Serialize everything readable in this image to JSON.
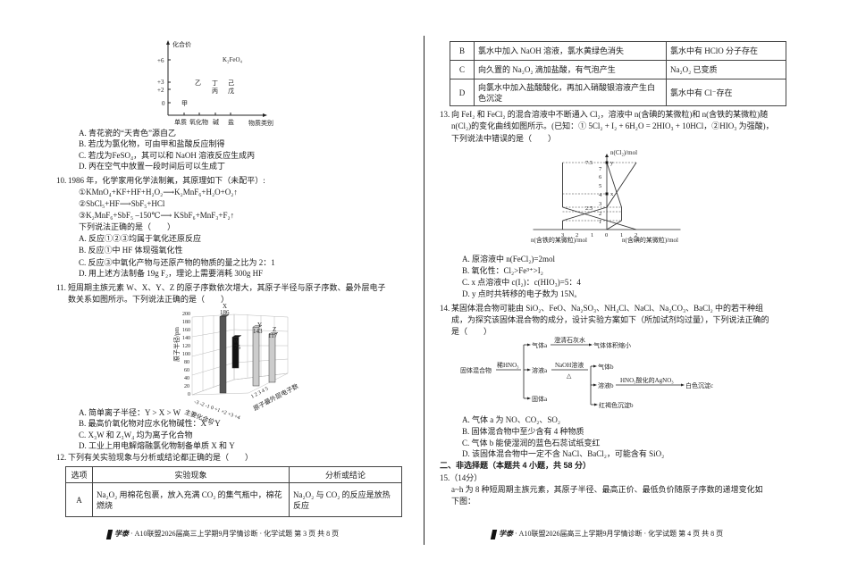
{
  "page3": {
    "fig_valence": {
      "ylabel": "化合价",
      "xlabel": "物质类别",
      "yticks": [
        "+6",
        "+3",
        "+2",
        "0"
      ],
      "xcats": [
        "单质",
        "氧化物",
        "碱",
        "盐"
      ],
      "points": {
        "k2feo4": "K₂FeO₄",
        "yi": "乙",
        "ding": "丁",
        "ji": "己",
        "bing": "丙",
        "wu": "戊",
        "jia": "甲"
      }
    },
    "q9_options": [
      "A. 青花瓷的“天青色”源自乙",
      "B. 若戊为氯化物，可由甲和盐酸反应制得",
      "C. 若戊为FeSO₄，其可以和 NaOH 溶液反应生成丙",
      "D. 丙在空气中放置一段时间后可以生成丁"
    ],
    "q10": {
      "num": "10.",
      "stem": "1986 年，化学家用化学法制氟，其原理如下（未配平）:",
      "eq1": "①KMnO₄+KF+HF+H₂O₂⟶K₂MnF₆+H₂O+O₂↑",
      "eq2": "②SbCl₅+HF⟶SbF₅+HCl",
      "eq3": "③K₂MnF₆+SbF₅ ⎯150℃⟶ KSbF₆+MnF₃+F₂↑",
      "ask": "下列说法正确的是（　　）",
      "options": [
        "A. 反应①②③均属于氧化还原反应",
        "B. 反应①中 HF 体现强氧化性",
        "C. 反应③中氧化产物与还原产物的物质的量之比为 2：1",
        "D. 用上述方法制备 19g F₂，理论上需要消耗 300g HF"
      ]
    },
    "q11": {
      "num": "11.",
      "stem1": "短周期主族元素 W、X、Y、Z 的原子序数依次增大，其原子半径与原子序数、最外层电子",
      "stem2": "数关系如图所示。下列说法正确的是（　　）",
      "fig": {
        "zlabel": "原子半径/pm",
        "xlabel": "主要化合价",
        "ylabel": "原子最外层电子数",
        "zticks": [
          "200",
          "180",
          "160",
          "140",
          "120",
          "100",
          "80",
          "60",
          "40",
          "20",
          "0"
        ],
        "xticks": "-3 -2 -1 0 +1 +2 +3 +4",
        "yticks": "1 2 3 4 5",
        "bars": [
          {
            "name": "X",
            "value": 186,
            "color": "#555555"
          },
          {
            "name": "W",
            "value": 75,
            "color": "#111111"
          },
          {
            "name": "Y",
            "value": 143,
            "color": "#cccccc"
          },
          {
            "name": "Z",
            "value": 117,
            "color": "#cccccc"
          }
        ],
        "labels": {
          "X": "X",
          "X_v": "186",
          "W": "W",
          "W_v": "75",
          "Y": "Y",
          "Y_v": "143",
          "Z": "Z",
          "Z_v": "117"
        }
      },
      "options": [
        "A. 简单离子半径：Y > X > W",
        "B. 最高价氧化物对应水化物碱性：X > Y",
        "C. X₃W 和 Z₃W₄ 均为离子化合物",
        "D. 工业上用电解熔融氯化物制备单质 X 和 Y"
      ]
    },
    "q12": {
      "num": "12.",
      "stem": "下列有关实验现象与分析或结论都正确的是（　　）",
      "headers": [
        "选项",
        "实验现象",
        "分析或结论"
      ],
      "rowA": [
        "A",
        "Na₂O₂ 用棉花包裹，放入充满 CO₂ 的集气瓶中，棉花燃烧",
        "Na₂O₂ 与 CO₂ 的反应是放热反应"
      ]
    },
    "footer": "· A10联盟2026届高三上学期9月学情诊断 · 化学试题  第 3 页  共 8 页"
  },
  "page4": {
    "q12_rows": [
      [
        "B",
        "氯水中加入 NaOH 溶液，氯水黄绿色消失",
        "氯水中有 HClO 分子存在"
      ],
      [
        "C",
        "向久置的 Na₂O₂ 滴加盐酸，有气泡产生",
        "Na₂O₂ 已变质"
      ],
      [
        "D",
        "向氯水中加入盐酸酸化，再加入硝酸银溶液产生白色沉淀",
        "氯水中有 Cl⁻存在"
      ]
    ],
    "q13": {
      "num": "13.",
      "stem1": "向 FeI₂ 和 FeCl₂ 的混合溶液中不断通入 Cl₂，溶液中 n(含碘的某微粒)和 n(含铁的某微粒)随",
      "stem2": "n(Cl₂)的变化曲线如图所示。(已知：① 5Cl₂ + I₂ + 6H₂O = 2HIO₃ + 10HCl，②HIO₃ 为强酸)，",
      "stem3": "下列说法中错误的是（　　）",
      "fig": {
        "ylabel": "n(Cl₂)/mol",
        "xlabel_left": "n(含铁的某微粒)/mol",
        "xlabel_right": "n(含碘的某微粒)/mol",
        "yticks": [
          "1",
          "2",
          "2.5",
          "3",
          "4",
          "5",
          "6",
          "7",
          "7.5"
        ],
        "xticks_left": [
          "3",
          "2",
          "1",
          "0"
        ],
        "xticks_right": [
          "1",
          "2"
        ],
        "point_x": "x",
        "point_y": "y"
      },
      "options": [
        "A. 原溶液中 n(FeCl₂)=2mol",
        "B. 氧化性：Cl₂>Fe³⁺>I₂",
        "C. x 点溶液中 c(I₂)：c(HIO₃)=5：4",
        "D. y 点时共转移的电子数为 15Nₐ"
      ]
    },
    "q14": {
      "num": "14.",
      "stem1": "某固体混合物可能由 SiO₂、FeO、Na₂SO₃、NH₄Cl、NaCl、Na₂CO₃、BaCl₂ 中的若干种组",
      "stem2": "成，为探究该固体混合物的成分，设计实验方案如下（所加试剂均过量），下列说法正确的",
      "stem3": "是（　　）",
      "flow": {
        "start": "固体混合物",
        "reagent1": "稀HNO₃",
        "gas_a": "气体a",
        "limewater": "澄清石灰水",
        "gas_shrink": "气体体积缩小",
        "sol_a": "溶液a",
        "solid_a": "固体a",
        "naoh": "NaOH溶液",
        "heat": "△",
        "gas_b": "气体b",
        "sol_b": "溶液b",
        "agno3": "HNO₃酸化的AgNO₃",
        "white_c": "白色沉淀c",
        "red_b": "红褐色沉淀b"
      },
      "options": [
        "A. 气体 a 为 NO、CO₂、SO₂",
        "B. 固体混合物中至少含有 4 种物质",
        "C. 气体 b 能使湿润的蓝色石蕊试纸变红",
        "D. 该固体混合物中一定不含 NaCl、BaCl₂，可能含有 SiO₂"
      ]
    },
    "section2": "二、非选择题（本题共 4 小题，共 58 分）",
    "q15": {
      "num": "15.（14分）",
      "stem1": "a~h 为 8 种短周期主族元素，其原子半径、最高正价、最低负价随原子序数的递增变化如",
      "stem2": "下图："
    },
    "footer": "· A10联盟2026届高三上学期9月学情诊断 · 化学试题  第 4 页  共 8 页"
  },
  "logo_text": "学泰"
}
